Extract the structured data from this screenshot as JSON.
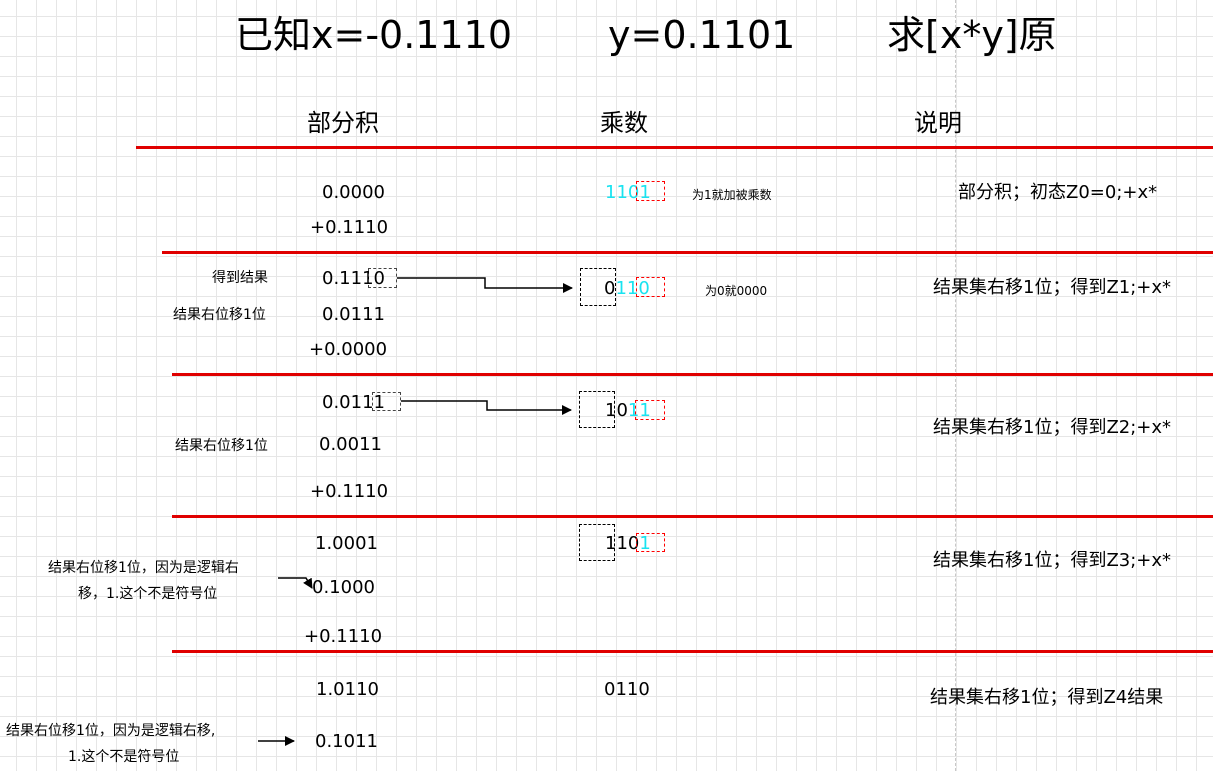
{
  "title": {
    "known": "已知x=-0.1110",
    "y": "y=0.1101",
    "goal": "求[x*y]原"
  },
  "headers": {
    "partial": "部分积",
    "multiplier": "乘数",
    "explain": "说明"
  },
  "step0": {
    "pp1": "0.0000",
    "pp2": "+0.1110",
    "mult_black": "110",
    "mult_cyan": "1",
    "mult_prefix_cyan": "110",
    "note": "为1就加被乘数",
    "explain": "部分积；初态Z0=0;+x*"
  },
  "step1": {
    "label_result": "得到结果",
    "label_shift": "结果右位移1位",
    "pp1": "0.1110",
    "pp2": "0.0111",
    "pp3": "+0.0000",
    "mult_black": "0",
    "mult_cyan": "110",
    "note": "为0就0000",
    "explain": "结果集右移1位；得到Z1;+x*"
  },
  "step2": {
    "label_shift": "结果右位移1位",
    "pp1": "0.0111",
    "pp2": "0.0011",
    "pp3": "+0.1110",
    "mult_black": "10",
    "mult_prefix": "1",
    "mult_cyan": "11",
    "explain": "结果集右移1位；得到Z2;+x*"
  },
  "step3": {
    "label_shift_line1": "结果右位移1位，因为是逻辑右",
    "label_shift_line2": "移，1.这个不是符号位",
    "pp1": "1.0001",
    "pp2": "0.1000",
    "pp3": "+0.1110",
    "mult_black": "110",
    "mult_cyan": "1",
    "explain": "结果集右移1位；得到Z3;+x*"
  },
  "step4": {
    "label_shift_line1": "结果右位移1位，因为是逻辑右移,",
    "label_shift_line2": "1.这个不是符号位",
    "pp1": "1.0110",
    "pp2": "0.1011",
    "mult": "0110",
    "explain": "结果集右移1位；得到Z4结果"
  },
  "colors": {
    "rule": "#e00000",
    "highlight": "#19e3f0",
    "grid": "#e6e6e6"
  }
}
